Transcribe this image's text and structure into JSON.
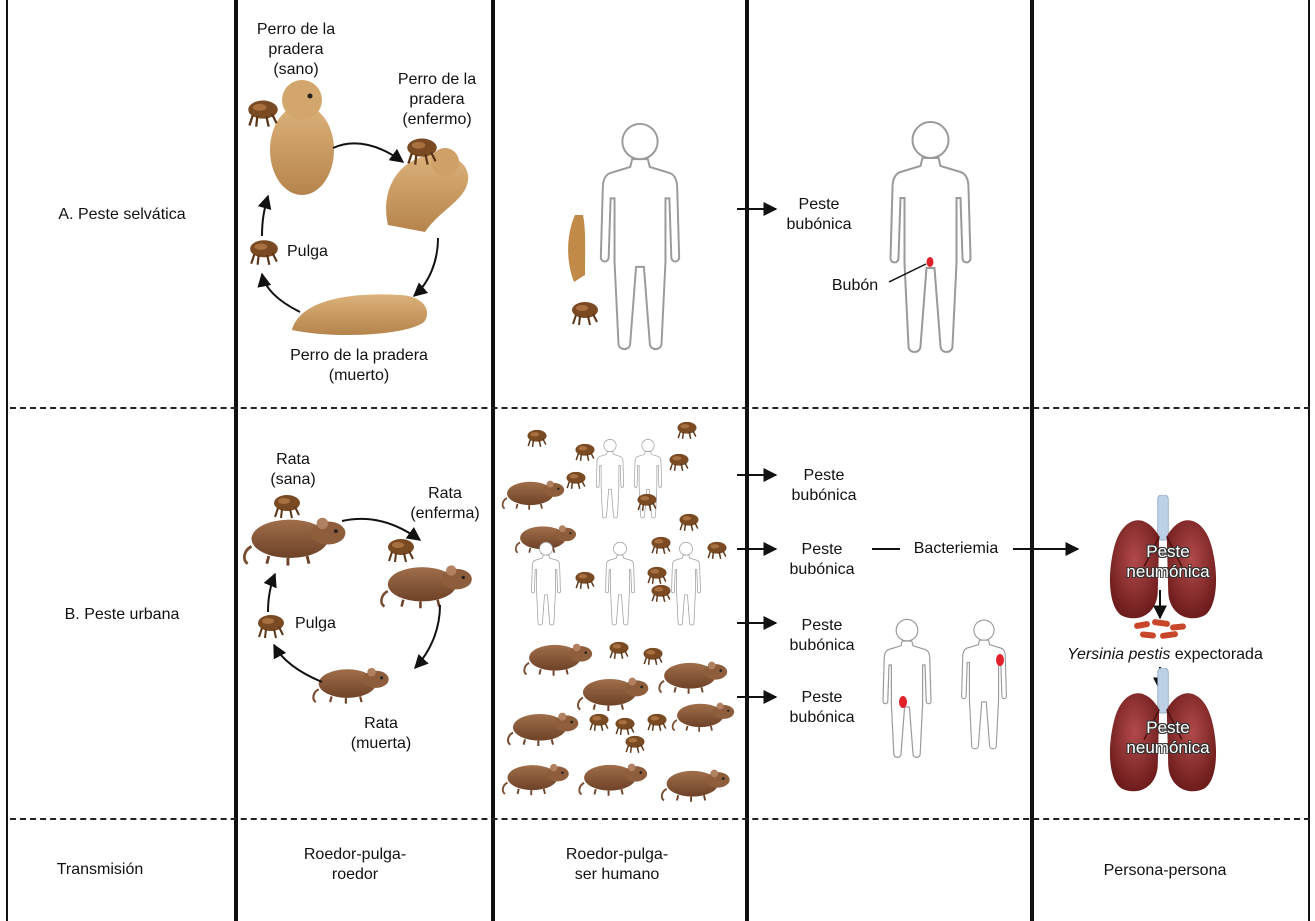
{
  "rows": {
    "a_label": "A. Peste selvática",
    "b_label": "B. Peste urbana",
    "transmission_label": "Transmisión"
  },
  "sylvatic": {
    "healthy": [
      "Perro de la",
      "pradera",
      "(sano)"
    ],
    "sick": [
      "Perro de la",
      "pradera",
      "(enfermo)"
    ],
    "flea": "Pulga",
    "dead": [
      "Perro de la pradera",
      "(muerto)"
    ],
    "outcome": [
      "Peste",
      "bubónica"
    ],
    "bubo": "Bubón"
  },
  "urban": {
    "healthy": [
      "Rata",
      "(sana)"
    ],
    "sick": [
      "Rata",
      "(enferma)"
    ],
    "flea": "Pulga",
    "dead": [
      "Rata",
      "(muerta)"
    ],
    "outcomes": [
      [
        "Peste",
        "bubónica"
      ],
      [
        "Peste",
        "bubónica"
      ],
      [
        "Peste",
        "bubónica"
      ],
      [
        "Peste",
        "bubónica"
      ]
    ],
    "bacteremia": "Bacteriemia",
    "pneumonic_1": [
      "Peste",
      "neumónica"
    ],
    "expectorated_italic": "Yersinia pestis",
    "expectorated_rest": " expectorada",
    "pneumonic_2": [
      "Peste",
      "neumónica"
    ]
  },
  "transmission": {
    "col2": [
      "Roedor-pulga-",
      "roedor"
    ],
    "col3": [
      "Roedor-pulga-",
      "ser humano"
    ],
    "col5": "Persona-persona"
  },
  "colors": {
    "prairie_dog": "#c9995e",
    "rat": "#8a5a3a",
    "flea": "#7a4a22",
    "lung": "#8e2a2a",
    "bubo": "#e0202a",
    "outline": "#9a9a9a"
  }
}
